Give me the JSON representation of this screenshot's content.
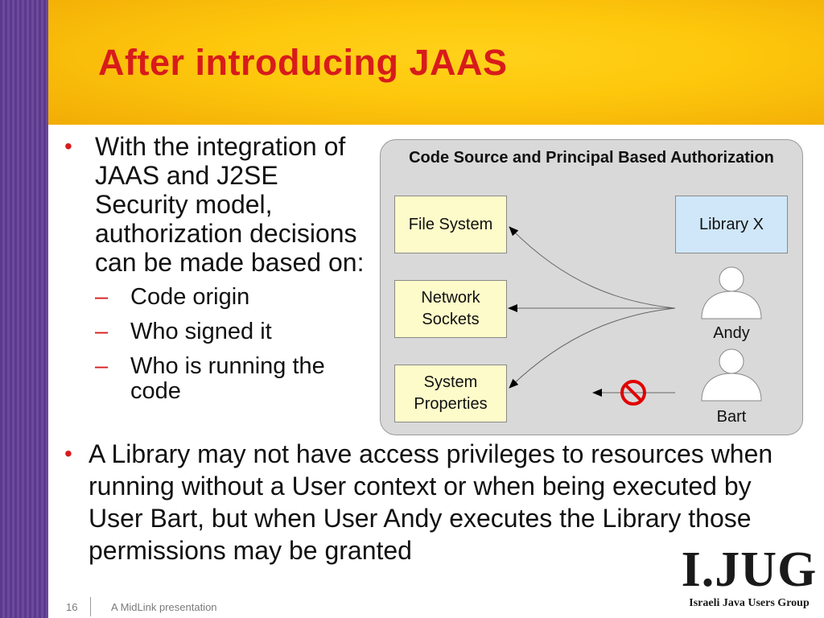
{
  "slide": {
    "title": "After introducing JAAS",
    "bullet1": "With the integration of JAAS and J2SE Security model, authorization decisions can be made based on:",
    "sub_bullets": [
      "Code origin",
      "Who signed it",
      "Who is running the code"
    ],
    "bullet2": "A Library may not have access privileges to resources when running without a User context or when being executed by User Bart, but when User Andy executes the Library those permissions may be granted",
    "bullet_glyph": "•",
    "dash_glyph": "–"
  },
  "diagram": {
    "title": "Code Source and Principal Based Authorization",
    "resources": [
      "File System",
      "Network Sockets",
      "System Properties"
    ],
    "library": "Library X",
    "users": [
      "Andy",
      "Bart"
    ],
    "deny_icon": "prohibited-icon",
    "colors": {
      "resource_box": "#fdfbc9",
      "library_box": "#cfe7f9",
      "deny": "#e00000"
    }
  },
  "footer": {
    "page_number": "16",
    "text": "A MidLink presentation"
  },
  "logo": {
    "main": "I.JUG",
    "sub": "Israeli Java Users Group"
  },
  "colors": {
    "title": "#d81b1b",
    "header": "#fdc70c",
    "sidebar": "#5b3a8c"
  }
}
